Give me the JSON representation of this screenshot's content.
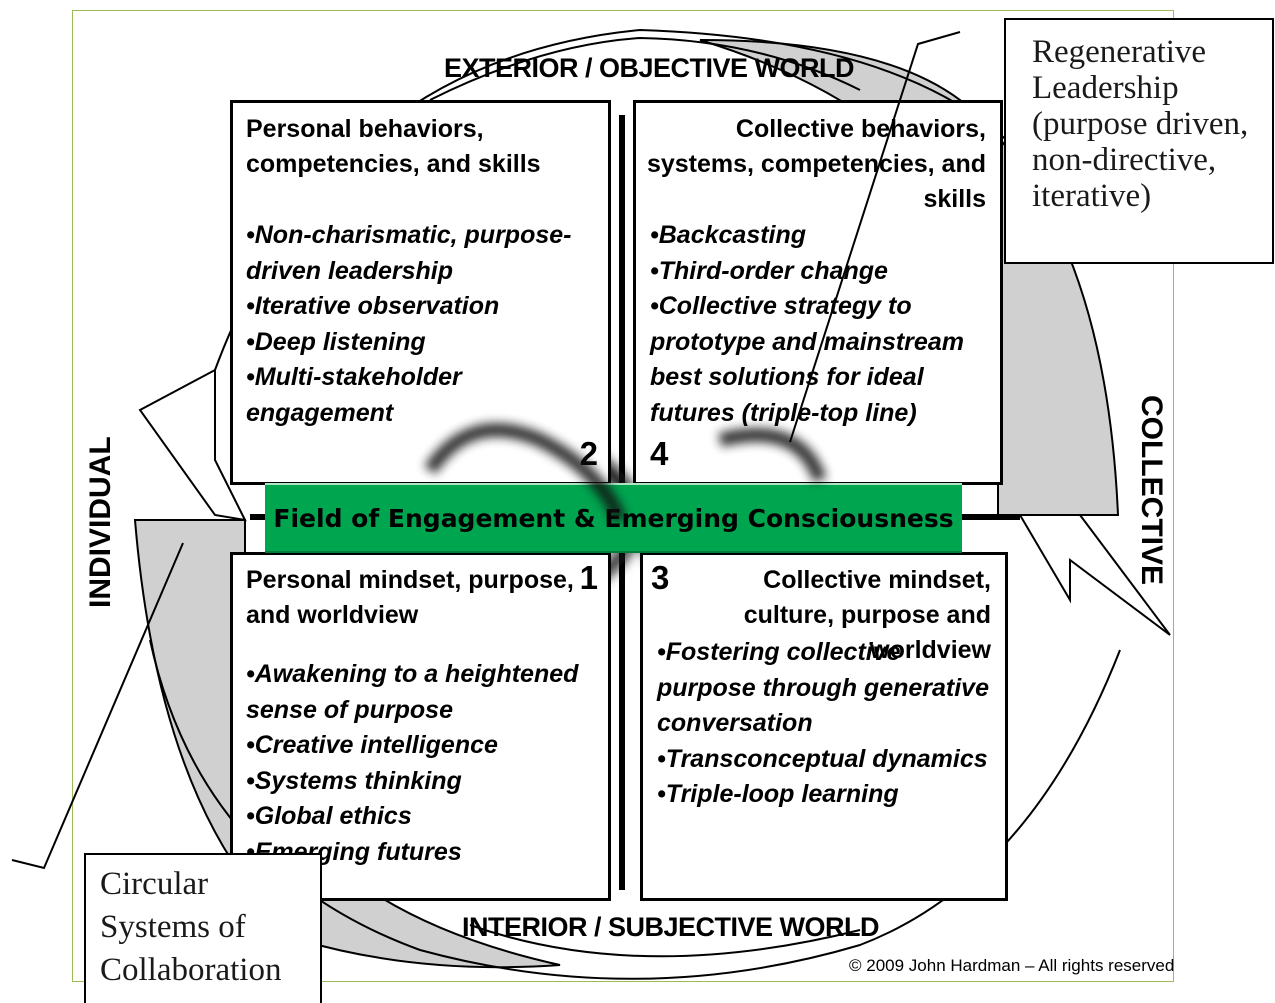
{
  "axes": {
    "top": "EXTERIOR / OBJECTIVE WORLD",
    "bottom": "INTERIOR / SUBJECTIVE WORLD",
    "left": "INDIVIDUAL",
    "right": "COLLECTIVE"
  },
  "quadrants": {
    "q2": {
      "number": "2",
      "heading": "Personal behaviors, competencies, and skills",
      "items": [
        "•Non-charismatic, purpose-driven leadership",
        "•Iterative observation",
        "•Deep listening",
        "•Multi-stakeholder engagement"
      ]
    },
    "q4": {
      "number": "4",
      "heading": "Collective behaviors, systems, competencies, and skills",
      "items": [
        "•Backcasting",
        "•Third-order change",
        "•Collective strategy to prototype and mainstream best solutions for ideal futures (triple-top line)"
      ]
    },
    "q1": {
      "number": "1",
      "heading": "Personal mindset, purpose,  and worldview",
      "items": [
        "•Awakening to a heightened sense of purpose",
        "•Creative intelligence",
        "•Systems thinking",
        "•Global ethics",
        "•Emerging futures"
      ]
    },
    "q3": {
      "number": "3",
      "heading": "Collective mindset, culture, purpose and worldview",
      "items": [
        "•Fostering collective purpose through generative conversation",
        "•Transconceptual dynamics",
        "•Triple-loop learning"
      ]
    }
  },
  "field_label": "Field of Engagement & Emerging Consciousness",
  "callouts": {
    "regenerative": [
      "Regenerative",
      "Leadership",
      "(purpose driven,",
      "non-directive,",
      "iterative)"
    ],
    "circular": [
      "Circular",
      "Systems of",
      "Collaboration"
    ]
  },
  "copyright": "© 2009 John Hardman – All rights reserved",
  "colors": {
    "field_green": "#00a550",
    "arrow_gray": "#d0d0d0",
    "frame_green": "#9bbb59"
  }
}
